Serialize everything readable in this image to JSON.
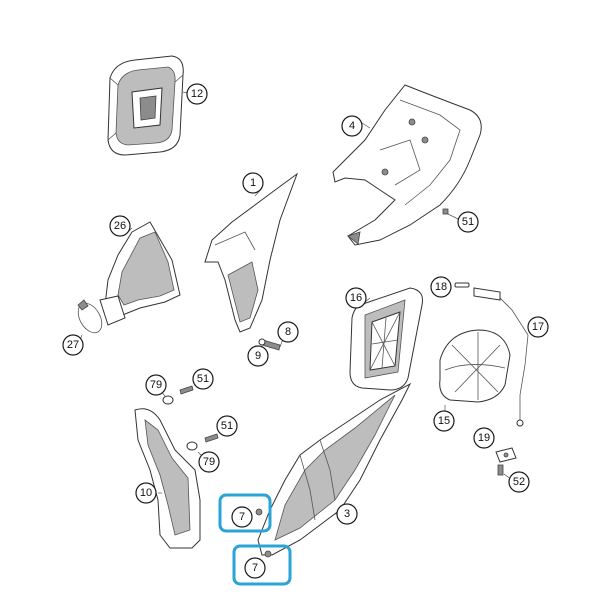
{
  "diagram": {
    "callouts": [
      {
        "id": "c12",
        "label": "12"
      },
      {
        "id": "c4",
        "label": "4"
      },
      {
        "id": "c1",
        "label": "1"
      },
      {
        "id": "c26",
        "label": "26"
      },
      {
        "id": "c51a",
        "label": "51"
      },
      {
        "id": "c27",
        "label": "27"
      },
      {
        "id": "c8",
        "label": "8"
      },
      {
        "id": "c9",
        "label": "9"
      },
      {
        "id": "c16",
        "label": "16"
      },
      {
        "id": "c18",
        "label": "18"
      },
      {
        "id": "c17",
        "label": "17"
      },
      {
        "id": "c79a",
        "label": "79"
      },
      {
        "id": "c51b",
        "label": "51"
      },
      {
        "id": "c51c",
        "label": "51"
      },
      {
        "id": "c79b",
        "label": "79"
      },
      {
        "id": "c15",
        "label": "15"
      },
      {
        "id": "c19",
        "label": "19"
      },
      {
        "id": "c10",
        "label": "10"
      },
      {
        "id": "c52",
        "label": "52"
      },
      {
        "id": "c3",
        "label": "3"
      },
      {
        "id": "c7a",
        "label": "7"
      },
      {
        "id": "c7b",
        "label": "7"
      }
    ],
    "highlight_color": "#2aa3d6"
  }
}
